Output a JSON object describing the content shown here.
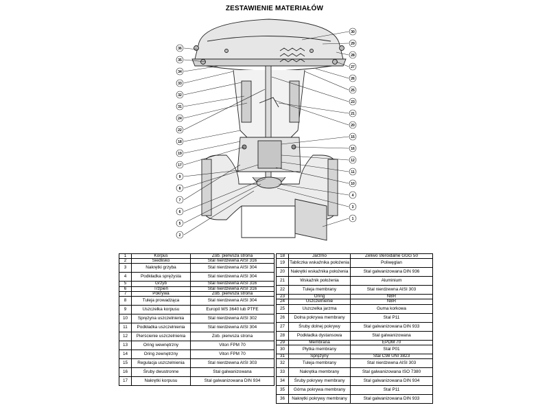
{
  "title": "ZESTAWIENIE MATERIAŁÓW",
  "left_callouts": [
    "36",
    "35",
    "34",
    "33",
    "32",
    "31",
    "24",
    "22",
    "18",
    "19",
    "17",
    "9",
    "8",
    "7",
    "6",
    "5",
    "2"
  ],
  "right_callouts": [
    "30",
    "29",
    "28",
    "27",
    "26",
    "25",
    "23",
    "21",
    "20",
    "15",
    "16",
    "12",
    "11",
    "10",
    "4",
    "3",
    "1"
  ],
  "table_left": [
    {
      "no": "1",
      "name": "Korpus",
      "material": "Zob. pierwsza strona"
    },
    {
      "no": "2",
      "name": "Siedlisko",
      "material": "Stal nierdzewna AISI 316"
    },
    {
      "no": "3",
      "name": "Nakrętki grzyba",
      "material": "Stal nierdzewna AISI 304"
    },
    {
      "no": "4",
      "name": "Podkładka sprężysta",
      "material": "Stal nierdzewna AISI 304"
    },
    {
      "no": "5",
      "name": "Grzyb",
      "material": "Stal nierdzewna AISI 316"
    },
    {
      "no": "6",
      "name": "Trzpień",
      "material": "Stal nierdzewna AISI 316"
    },
    {
      "no": "7",
      "name": "Pokrywa",
      "material": "Zob. pierwsza strona"
    },
    {
      "no": "8",
      "name": "Tuleja prowadząca",
      "material": "Stal nierdzewna AISI 304"
    },
    {
      "no": "9",
      "name": "Uszczelka korpusu",
      "material": "Europil WS 3640 lub PTFE"
    },
    {
      "no": "10",
      "name": "Sprężyna uszczelnienia",
      "material": "Stal nierdzewna AISI 302"
    },
    {
      "no": "11",
      "name": "Podkładka uszczelnienia",
      "material": "Stal nierdzewna AISI 304"
    },
    {
      "no": "12",
      "name": "Pierścienie uszczelnienia",
      "material": "Zob. pierwsza strona"
    },
    {
      "no": "13",
      "name": "Oring wewnętrzny",
      "material": "Viton FPM 70"
    },
    {
      "no": "14",
      "name": "Oring zewnętrzny",
      "material": "Viton FPM 70"
    },
    {
      "no": "15",
      "name": "Regulacja uszczelnienia",
      "material": "Stal nierdzewna AISI 303"
    },
    {
      "no": "16",
      "name": "Śruby dwustronne",
      "material": "Stal galwanizowana"
    },
    {
      "no": "17",
      "name": "Nakrętki korpusu",
      "material": "Stal galwanizowana DIN 934"
    }
  ],
  "table_right": [
    {
      "no": "18",
      "name": "Jarzmo",
      "material": "Żeliwo sferoidalne GGG 50"
    },
    {
      "no": "19",
      "name": "Tabliczka wskaźnika położenia",
      "material": "Poliwęglan"
    },
    {
      "no": "20",
      "name": "Nakrętki wskaźnika położenia",
      "material": "Stal galwanizowana DIN 936"
    },
    {
      "no": "21",
      "name": "Wskaźnik położenia",
      "material": "Aluminium"
    },
    {
      "no": "22",
      "name": "Tuleja membrany",
      "material": "Stal nierdzewna AISI 303"
    },
    {
      "no": "23",
      "name": "Oring",
      "material": "NBR"
    },
    {
      "no": "24",
      "name": "Uszczelnienie",
      "material": "NBR"
    },
    {
      "no": "25",
      "name": "Uszczelka jarzma",
      "material": "Guma korkowa"
    },
    {
      "no": "26",
      "name": "Dolna pokrywa membrany",
      "material": "Stal P11"
    },
    {
      "no": "27",
      "name": "Śruby dolnej pokrywy",
      "material": "Stal galwanizowana DIN 933"
    },
    {
      "no": "28",
      "name": "Podkładka dystansowa",
      "material": "Stal galwanizowana"
    },
    {
      "no": "29",
      "name": "Membrana",
      "material": "EPDM 70"
    },
    {
      "no": "30",
      "name": "Płytka membrany",
      "material": "Stal P01"
    },
    {
      "no": "31",
      "name": "Sprężyny",
      "material": "Stal C98 UNI 3823"
    },
    {
      "no": "32",
      "name": "Tuleja membrany",
      "material": "Stal nierdzewna AISI 303"
    },
    {
      "no": "33",
      "name": "Nakrętka membrany",
      "material": "Stal galwanizowana ISO 7380"
    },
    {
      "no": "34",
      "name": "Śruby pokrywy membrany",
      "material": "Stal galwanizowana DIN 934"
    },
    {
      "no": "35",
      "name": "Górna pokrywa membrany",
      "material": "Stal P11"
    },
    {
      "no": "36",
      "name": "Nakrętki pokrywy membrany",
      "material": "Stal galwanizowana DIN 933"
    }
  ]
}
